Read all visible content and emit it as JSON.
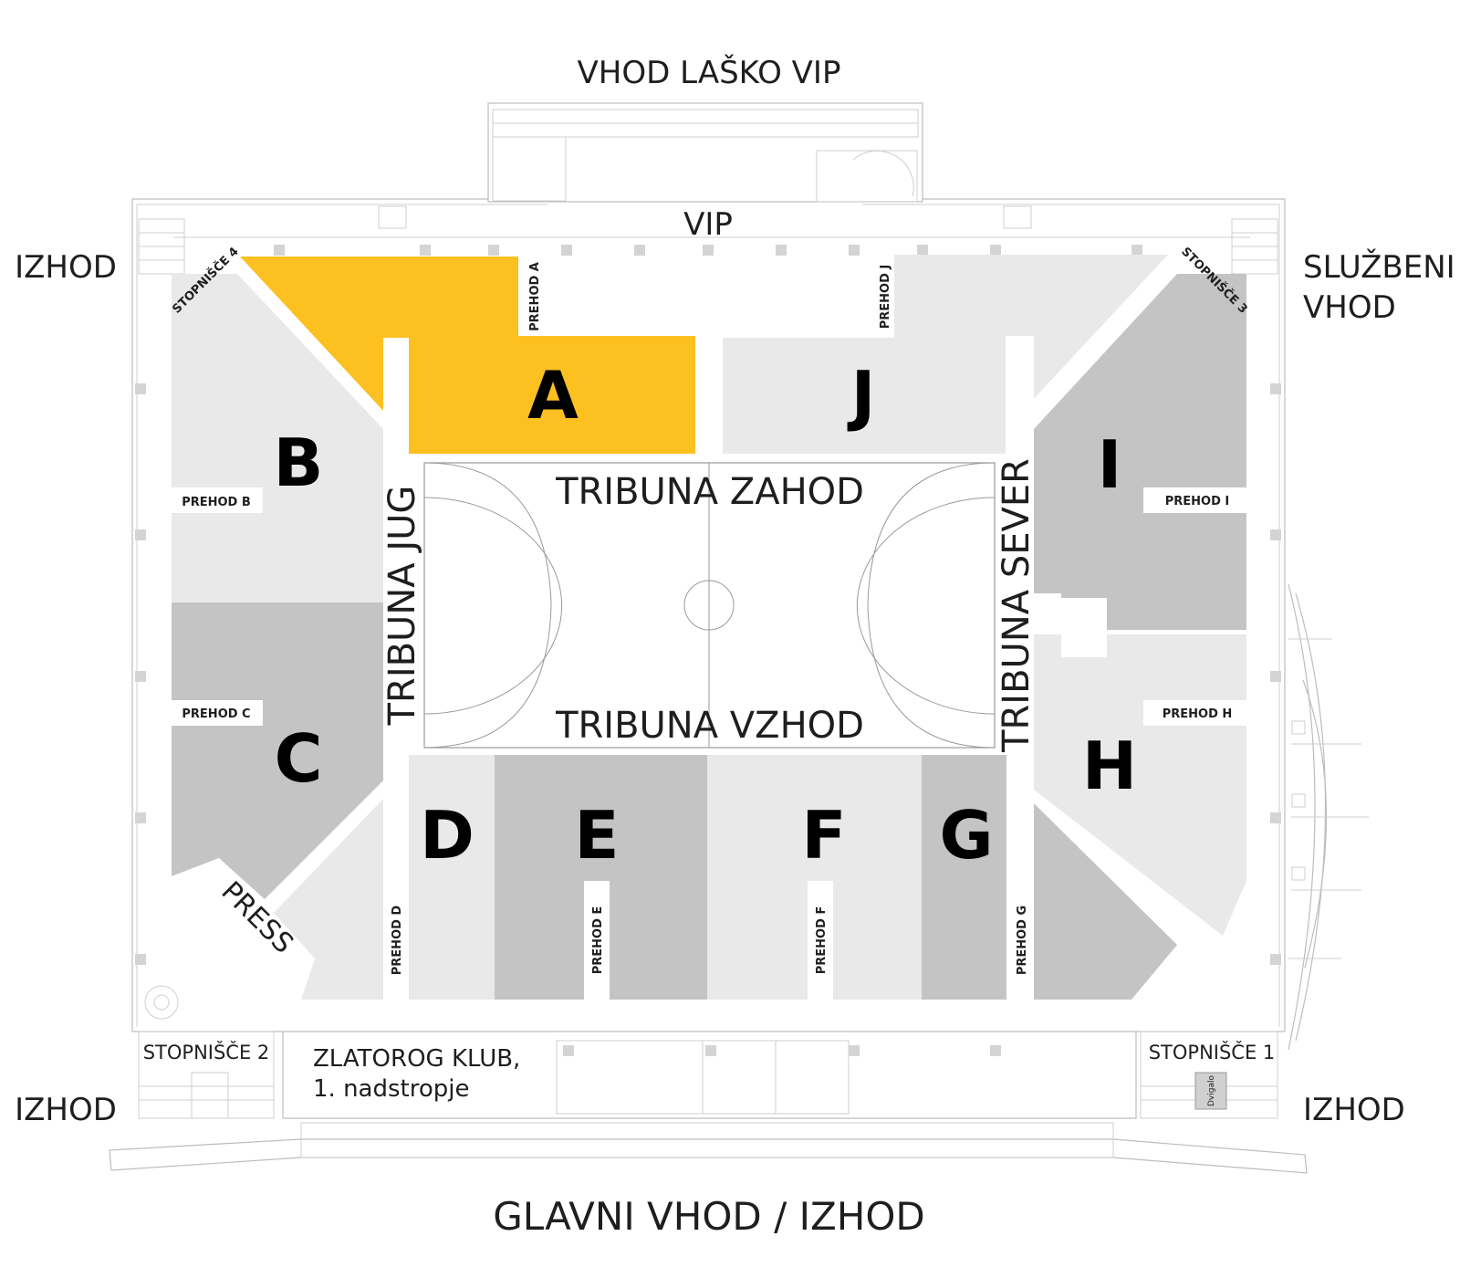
{
  "colors": {
    "selected": "#fcc021",
    "light": "#e9e9e9",
    "dark": "#c4c4c4",
    "text": "#1e1e1e",
    "outline": "#bdbdbd"
  },
  "labels": {
    "vhod_lasko_vip": "VHOD LAŠKO VIP",
    "vip": "VIP",
    "izhod_top_left": "IZHOD",
    "sluzbeni": "SLUŽBENI",
    "vhod": "VHOD",
    "izhod_bottom_left": "IZHOD",
    "izhod_bottom_right": "IZHOD",
    "glavni": "GLAVNI VHOD / IZHOD",
    "press": "PRESS",
    "zlatorog_line1": "ZLATOROG KLUB,",
    "zlatorog_line2": "1. nadstropje",
    "stopnisce1": "STOPNIŠČE 1",
    "stopnisce2": "STOPNIŠČE 2",
    "stopnisce3": "STOPNIŠČE 3",
    "stopnisce4": "STOPNIŠČE 4",
    "dvigalo": "Dvigalo"
  },
  "tribunes": {
    "zahod": "TRIBUNA ZAHOD",
    "vzhod": "TRIBUNA VZHOD",
    "jug": "TRIBUNA JUG",
    "sever": "TRIBUNA SEVER"
  },
  "sectors": {
    "A": "A",
    "B": "B",
    "C": "C",
    "D": "D",
    "E": "E",
    "F": "F",
    "G": "G",
    "H": "H",
    "I": "I",
    "J": "J"
  },
  "selected_sector": "A",
  "passages": {
    "a": "PREHOD A",
    "b": "PREHOD B",
    "c": "PREHOD C",
    "d": "PREHOD D",
    "e": "PREHOD E",
    "f": "PREHOD F",
    "g": "PREHOD G",
    "h": "PREHOD H",
    "i": "PREHOD I",
    "j": "PREHOD J"
  }
}
